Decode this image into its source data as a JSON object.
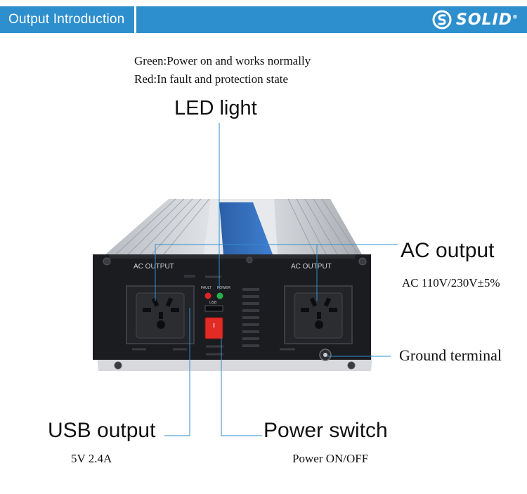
{
  "header": {
    "title": "Output Introduction",
    "brand": "SOLID",
    "brand_mark": "®"
  },
  "led": {
    "green_text": "Green:Power on and works normally",
    "red_text": "Red:In fault and protection state",
    "label": "LED light"
  },
  "ac": {
    "label": "AC output",
    "spec": "AC 110V/230V±5%",
    "socket_left_label": "AC OUTPUT",
    "socket_right_label": "AC OUTPUT"
  },
  "ground": {
    "label": "Ground terminal"
  },
  "usb": {
    "label": "USB output",
    "spec": "5V 2.4A"
  },
  "power": {
    "label": "Power switch",
    "spec": "Power ON/OFF"
  },
  "panel": {
    "fault_label": "FAULT",
    "power_label": "POWER",
    "usb_label": "USB"
  },
  "colors": {
    "header_bg": "#2e8fce",
    "leader_line": "#2e8fce",
    "device_panel": "#1b1c1f",
    "led_red": "#e0242b",
    "led_green": "#25b34a",
    "switch_red": "#e22b25"
  },
  "icons": {
    "logo": "solid-logo-icon",
    "socket": "universal-socket-icon",
    "ground": "ground-terminal-icon"
  }
}
